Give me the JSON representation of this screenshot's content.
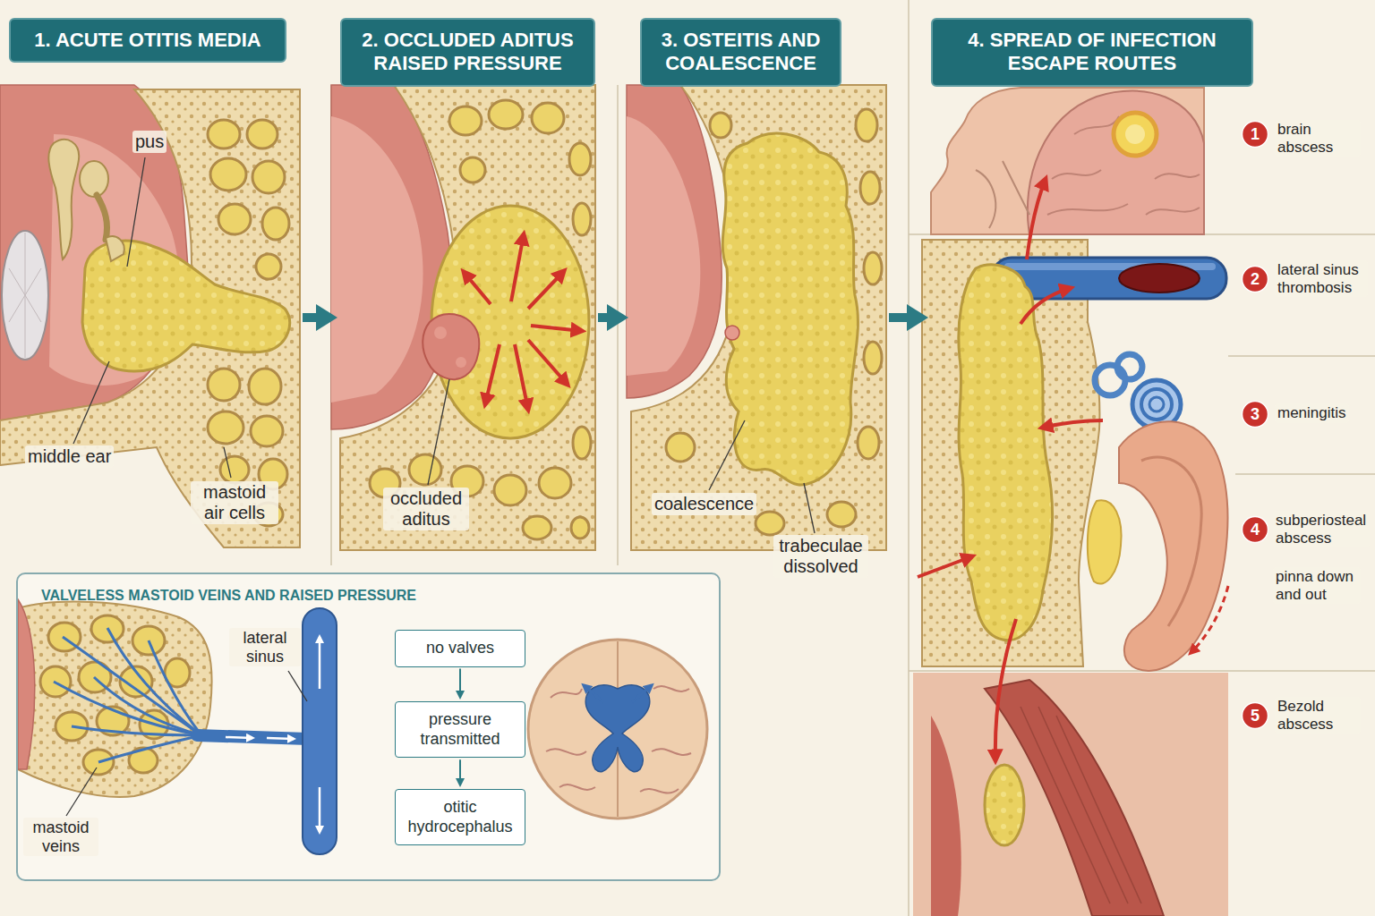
{
  "diagram": {
    "nodes": [
      {
        "text": [
          "1. ACUTE OTITIS MEDIA"
        ]
      },
      {
        "text": [
          "2. OCCLUDED ADITUS RAISED PRESSURE"
        ]
      },
      {
        "text": [
          "3. OSTEITIS AND COALESCENCE"
        ]
      },
      {
        "text": [
          "4. SPREAD OF INFECTION ESCAPE ROUTES"
        ]
      },
      {
        "text": [
          "1"
        ],
        "in": 3
      },
      {
        "text": [
          "2"
        ],
        "in": 3
      },
      {
        "text": [
          "3"
        ],
        "in": 3
      },
      {
        "text": [
          "4"
        ],
        "in": 3
      },
      {
        "text": [
          "5"
        ],
        "in": 3
      },
      {
        "text": [
          "VALVELESS MASTOID VEINS AND RAISED PRESSURE"
        ]
      },
      {
        "text": [
          "no valves"
        ],
        "in": 9
      },
      {
        "text": [
          "pressure transmitted"
        ],
        "in": 9
      },
      {
        "text": [
          "otitic hydrocephalus"
        ],
        "in": 9
      }
    ],
    "edges": [
      {
        "from": 0,
        "to": 1,
        "arrow": "to"
      },
      {
        "from": 1,
        "to": 2,
        "arrow": "to"
      },
      {
        "from": 2,
        "to": 3,
        "arrow": "to"
      },
      {
        "from": 10,
        "to": 11,
        "arrow": "to"
      },
      {
        "from": 11,
        "to": 12,
        "arrow": "to"
      }
    ],
    "labels": [
      "pus",
      "middle ear",
      "mastoid air cells",
      "occluded aditus",
      "coalescence",
      "trabeculae dissolved",
      "brain abscess",
      "lateral sinus thrombosis",
      "meningitis",
      "subperiosteal abscess",
      "pinna down and out",
      "Bezold abscess",
      "lateral sinus",
      "mastoid veins"
    ]
  }
}
